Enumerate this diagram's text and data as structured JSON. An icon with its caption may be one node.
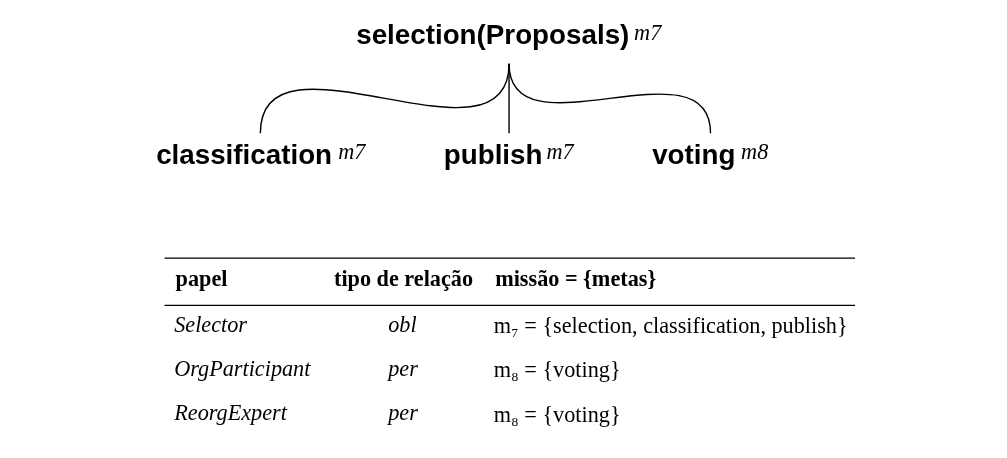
{
  "diagram": {
    "nodes": [
      {
        "text": [
          "selection(Proposals)"
        ],
        "beside": [
          "m7"
        ]
      },
      {
        "text": [
          "classification"
        ],
        "beside": [
          "m7"
        ]
      },
      {
        "text": [
          "publish"
        ],
        "beside": [
          "m7"
        ]
      },
      {
        "text": [
          "voting"
        ],
        "beside": [
          "m8"
        ]
      }
    ],
    "edges": [
      {
        "from": 0,
        "to": 1,
        "arrow": "none"
      },
      {
        "from": 0,
        "to": 2,
        "arrow": "none"
      },
      {
        "from": 0,
        "to": 3,
        "arrow": "none"
      }
    ],
    "labels": [
      "papel",
      "tipo de relação",
      "missão = {metas}",
      "Selector",
      "obl",
      "m₇ = {selection, classification, publish}",
      "OrgParticipant",
      "per",
      "m₈ = {voting}",
      "ReorgExpert",
      "per",
      "m₈ = {voting}"
    ]
  }
}
